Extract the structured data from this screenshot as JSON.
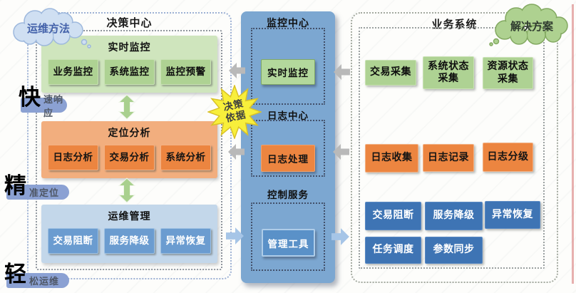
{
  "clouds": {
    "method": "运维方法",
    "solution": "解决方案"
  },
  "left_panel": {
    "title": "决策中心",
    "monitor": {
      "title": "实时监控",
      "items": [
        "业务监控",
        "系统监控",
        "监控预警"
      ]
    },
    "analysis": {
      "title": "定位分析",
      "items": [
        "日志分析",
        "交易分析",
        "系统分析"
      ]
    },
    "ops": {
      "title": "运维管理",
      "items": [
        "交易阻断",
        "服务降级",
        "异常恢复"
      ]
    },
    "pills": [
      {
        "big": "快",
        "rest": "速响应"
      },
      {
        "big": "精",
        "rest": "准定位"
      },
      {
        "big": "轻",
        "rest": "松运维"
      }
    ]
  },
  "center_panel": {
    "title": "监控中心",
    "monitor_box": "实时监控",
    "log_section": "日志中心",
    "log_box": "日志处理",
    "control_section": "控制服务",
    "control_box": "管理工具"
  },
  "star": {
    "line1": "决策",
    "line2": "依据"
  },
  "right_panel": {
    "title": "业务系统",
    "collect_row": [
      "交易采集",
      "系统状态采集",
      "资源状态采集"
    ],
    "log_row": [
      "日志收集",
      "日志记录",
      "日志分级"
    ],
    "control_row": [
      "交易阻断",
      "服务降级",
      "异常恢复"
    ],
    "schedule_row": [
      "任务调度",
      "参数同步"
    ]
  },
  "colors": {
    "green_box": "#aed293",
    "green_panel": "#cfe5bd",
    "orange_box": "#ec8540",
    "orange_panel": "#f2ae7e",
    "blue_box_light": "#6b9cd0",
    "blue_panel_light": "#c3d7ea",
    "center_panel": "#7ca7d1",
    "blue_box_dark": "#3e74b4",
    "star_yellow": "#f8ef3b",
    "pill_blue": "#8ba1d3"
  }
}
